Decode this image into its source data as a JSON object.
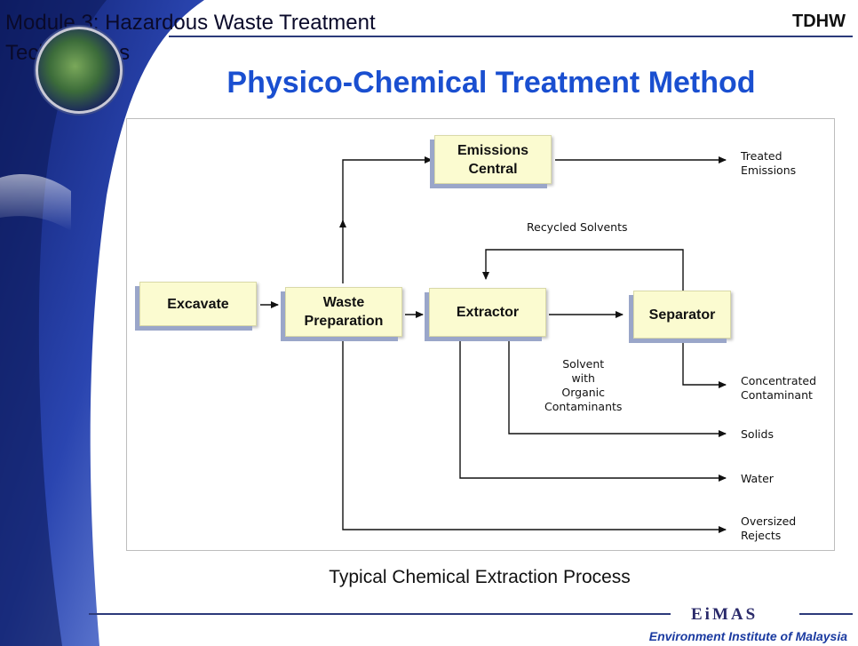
{
  "header": {
    "title": "Module 3: Hazardous Waste Treatment Technologies",
    "code": "TDHW"
  },
  "slide_title": "Physico-Chemical Treatment Method",
  "diagram": {
    "boxes": {
      "excavate": "Excavate",
      "waste_prep": "Waste\nPreparation",
      "extractor": "Extractor",
      "separator": "Separator",
      "emissions": "Emissions\nCentral"
    },
    "labels": {
      "treated_emissions": "Treated\nEmissions",
      "recycled_solvents": "Recycled Solvents",
      "solvent_organic": "Solvent\nwith\nOrganic\nContaminants",
      "concentrated": "Concentrated\nContaminant",
      "solids": "Solids",
      "water": "Water",
      "oversized": "Oversized\nRejects"
    }
  },
  "caption": "Typical Chemical Extraction Process",
  "footer": {
    "brand": "EiMAS",
    "org": "Environment Institute of Malaysia"
  },
  "colors": {
    "title": "#1a4fd0",
    "box_fill": "#fbfbd0",
    "box_shadow": "#9aa6c9",
    "swoosh": "#1d2f8a"
  }
}
